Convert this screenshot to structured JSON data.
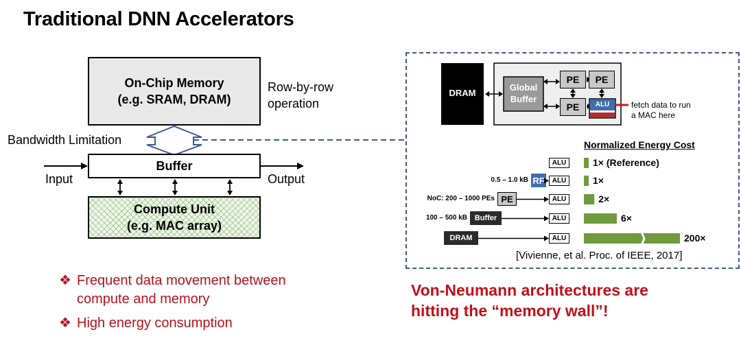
{
  "title": "Traditional DNN Accelerators",
  "diagram": {
    "memory": {
      "line1": "On-Chip Memory",
      "line2": "(e.g. SRAM, DRAM)"
    },
    "row_op_note": {
      "line1": "Row-by-row",
      "line2": "operation"
    },
    "bandwidth_label": "Bandwidth Limitation",
    "buffer_label": "Buffer",
    "input_label": "Input",
    "output_label": "Output",
    "compute": {
      "line1": "Compute Unit",
      "line2": "(e.g. MAC array)"
    }
  },
  "bullets": [
    {
      "icon": "diamond-bullet-icon",
      "glyph": "❖",
      "line1": "Frequent data movement between",
      "line2": "compute and memory"
    },
    {
      "icon": "diamond-bullet-icon",
      "glyph": "❖",
      "line1": "High energy consumption"
    }
  ],
  "conclusion": {
    "line1": "Von-Neumann architectures are",
    "line2": "hitting the “memory wall”!"
  },
  "inset": {
    "dram_label": "DRAM",
    "global_buffer": {
      "line1": "Global",
      "line2": "Buffer"
    },
    "pe_label": "PE",
    "alu_label": "ALU",
    "fetch_note": {
      "line1": "fetch data to run",
      "line2": "a MAC here"
    },
    "energy_title": "Normalized Energy Cost",
    "rows": [
      {
        "source_desc": "",
        "source_box": "",
        "alu": "ALU",
        "cost": "1× (Reference)",
        "value": 1
      },
      {
        "source_desc": "0.5 – 1.0 kB",
        "source_box": "RF",
        "alu": "ALU",
        "cost": "1×",
        "value": 1
      },
      {
        "source_desc": "NoC: 200 – 1000 PEs",
        "source_box": "PE",
        "alu": "ALU",
        "cost": "2×",
        "value": 2
      },
      {
        "source_desc": "100 – 500 kB",
        "source_box": "Buffer",
        "alu": "ALU",
        "cost": "6×",
        "value": 6
      },
      {
        "source_desc": "",
        "source_box": "DRAM",
        "alu": "ALU",
        "cost": "200×",
        "value": 200
      }
    ],
    "citation": "[Vivienne, et al. Proc. of IEEE, 2017]"
  },
  "colors": {
    "accent_red": "#b5121b",
    "bar_green": "#6f9a3d",
    "frame_blue": "#3f5a8c",
    "rf_blue": "#3f6db0"
  }
}
